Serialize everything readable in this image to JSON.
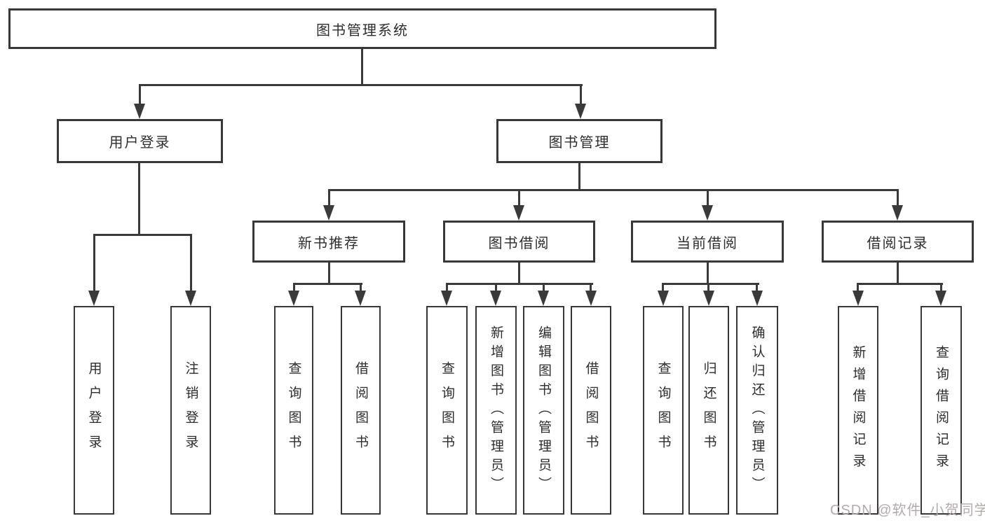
{
  "root": {
    "label": "图书管理系统"
  },
  "level2": {
    "user_login": {
      "label": "用户登录"
    },
    "book_mgmt": {
      "label": "图书管理"
    }
  },
  "level3": {
    "new_book_rec": {
      "label": "新书推荐"
    },
    "book_borrow": {
      "label": "图书借阅"
    },
    "current_borrow": {
      "label": "当前借阅"
    },
    "borrow_records": {
      "label": "借阅记录"
    }
  },
  "leaves": {
    "user_login_login": "用户登录",
    "user_login_logout": "注销登录",
    "new_book_query": "查询图书",
    "new_book_borrow": "借阅图书",
    "borrow_query": "查询图书",
    "borrow_add": "新增图书（管理员）",
    "borrow_edit": "编辑图书（管理员）",
    "borrow_borrow": "借阅图书",
    "current_query": "查询图书",
    "current_return": "归还图书",
    "current_confirm": "确认归还（管理员）",
    "records_add": "新增借阅记录",
    "records_query": "查询借阅记录"
  },
  "watermark": {
    "text": "CSDN @软件_小贺同学"
  },
  "colors": {
    "line": "#3a3a3a",
    "box_border": "#383838",
    "text": "#2d2d2d",
    "watermark": "#b2abab",
    "background": "#ffffff"
  }
}
